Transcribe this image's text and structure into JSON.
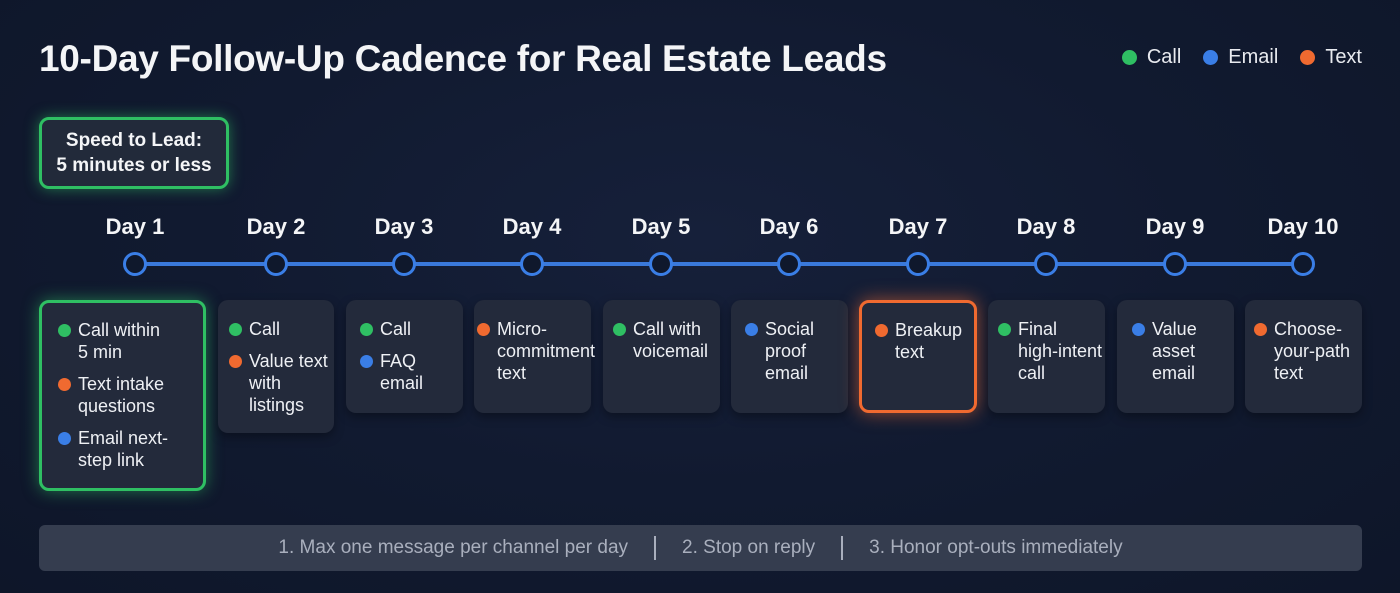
{
  "title": "10-Day Follow-Up Cadence for Real Estate Leads",
  "colors": {
    "call": "#2fbf63",
    "email": "#3a7ee6",
    "text": "#f06a30",
    "background": "#111a30",
    "card": "#232a3b",
    "timeline": "#3a79db"
  },
  "legend": [
    {
      "label": "Call",
      "channel": "call",
      "color": "#2fbf63"
    },
    {
      "label": "Email",
      "channel": "email",
      "color": "#3a7ee6"
    },
    {
      "label": "Text",
      "channel": "text",
      "color": "#f06a30"
    }
  ],
  "speed_to_lead": {
    "line1": "Speed to Lead:",
    "line2": "5 minutes or less"
  },
  "days": [
    {
      "label": "Day 1",
      "highlight": "green",
      "items": [
        {
          "channel": "call",
          "text": "Call within\n5 min"
        },
        {
          "channel": "text",
          "text": "Text intake\nquestions"
        },
        {
          "channel": "email",
          "text": "Email next-\nstep link"
        }
      ]
    },
    {
      "label": "Day 2",
      "items": [
        {
          "channel": "call",
          "text": "Call"
        },
        {
          "channel": "text",
          "text": "Value text\nwith\nlistings"
        }
      ]
    },
    {
      "label": "Day 3",
      "items": [
        {
          "channel": "call",
          "text": "Call"
        },
        {
          "channel": "email",
          "text": "FAQ\nemail"
        }
      ]
    },
    {
      "label": "Day 4",
      "items": [
        {
          "channel": "text",
          "text": "Micro-\ncommitment\ntext"
        }
      ]
    },
    {
      "label": "Day 5",
      "items": [
        {
          "channel": "call",
          "text": "Call with\nvoicemail"
        }
      ]
    },
    {
      "label": "Day 6",
      "items": [
        {
          "channel": "email",
          "text": "Social\nproof\nemail"
        }
      ]
    },
    {
      "label": "Day 7",
      "highlight": "orange",
      "items": [
        {
          "channel": "text",
          "text": "Breakup\ntext"
        }
      ]
    },
    {
      "label": "Day 8",
      "items": [
        {
          "channel": "call",
          "text": "Final\nhigh-intent\ncall"
        }
      ]
    },
    {
      "label": "Day 9",
      "items": [
        {
          "channel": "email",
          "text": "Value\nasset\nemail"
        }
      ]
    },
    {
      "label": "Day 10",
      "items": [
        {
          "channel": "text",
          "text": "Choose-\nyour-path\ntext"
        }
      ]
    }
  ],
  "rules": [
    "1. Max one message per channel per day",
    "2. Stop on reply",
    "3. Honor opt-outs immediately"
  ]
}
